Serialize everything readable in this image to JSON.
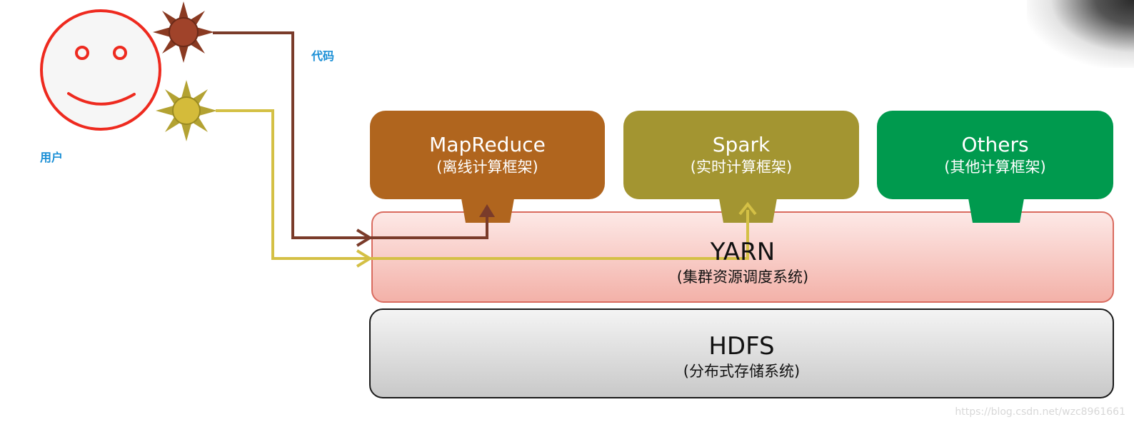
{
  "user_label": "用户",
  "code_label": "代码",
  "frameworks": [
    {
      "name": "MapReduce",
      "desc": "(离线计算框架)",
      "color": "#b0651e"
    },
    {
      "name": "Spark",
      "desc": "(实时计算框架)",
      "color": "#a39531"
    },
    {
      "name": "Others",
      "desc": "(其他计算框架)",
      "color": "#009a4e"
    }
  ],
  "yarn": {
    "name": "YARN",
    "desc": "(集群资源调度系统)"
  },
  "hdfs": {
    "name": "HDFS",
    "desc": "(分布式存储系统)"
  },
  "watermark": "https://blog.csdn.net/wzc8961661",
  "colors": {
    "face": "#ee2a1f",
    "sun_brown": "#8a3a22",
    "sun_yellow": "#c9b63a",
    "arrow_brown": "#7a3b2a",
    "arrow_yellow": "#d4c045",
    "label": "#1a8fd6"
  }
}
